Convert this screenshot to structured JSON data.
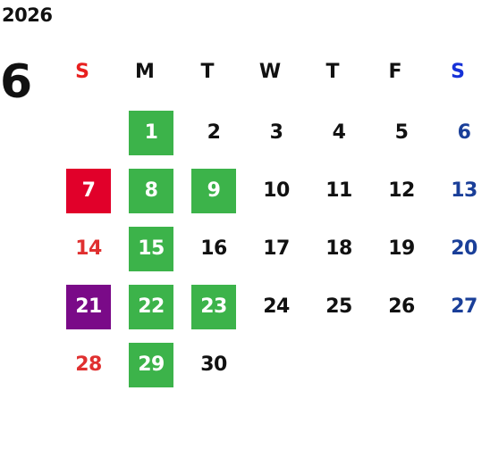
{
  "calendar": {
    "year": "2026",
    "month": "6",
    "weekdays": [
      {
        "label": "S",
        "color": "#e8201f"
      },
      {
        "label": "M",
        "color": "#111111"
      },
      {
        "label": "T",
        "color": "#111111"
      },
      {
        "label": "W",
        "color": "#111111"
      },
      {
        "label": "T",
        "color": "#111111"
      },
      {
        "label": "F",
        "color": "#111111"
      },
      {
        "label": "S",
        "color": "#1632d8"
      }
    ],
    "weeks": [
      [
        null,
        {
          "day": "1",
          "bg": "#3cb34a"
        },
        {
          "day": "2"
        },
        {
          "day": "3"
        },
        {
          "day": "4"
        },
        {
          "day": "5"
        },
        {
          "day": "6"
        }
      ],
      [
        {
          "day": "7",
          "bg": "#e1002a"
        },
        {
          "day": "8",
          "bg": "#3cb34a"
        },
        {
          "day": "9",
          "bg": "#3cb34a"
        },
        {
          "day": "10"
        },
        {
          "day": "11"
        },
        {
          "day": "12"
        },
        {
          "day": "13"
        }
      ],
      [
        {
          "day": "14"
        },
        {
          "day": "15",
          "bg": "#3cb34a"
        },
        {
          "day": "16"
        },
        {
          "day": "17"
        },
        {
          "day": "18"
        },
        {
          "day": "19"
        },
        {
          "day": "20"
        }
      ],
      [
        {
          "day": "21",
          "bg": "#7a0a88"
        },
        {
          "day": "22",
          "bg": "#3cb34a"
        },
        {
          "day": "23",
          "bg": "#3cb34a"
        },
        {
          "day": "24"
        },
        {
          "day": "25"
        },
        {
          "day": "26"
        },
        {
          "day": "27"
        }
      ],
      [
        {
          "day": "28"
        },
        {
          "day": "29",
          "bg": "#3cb34a"
        },
        {
          "day": "30"
        },
        null,
        null,
        null,
        null
      ]
    ],
    "colors": {
      "sunday_text": "#e03030",
      "saturday_text": "#1a3f99",
      "weekday_text": "#111111",
      "highlight_text": "#ffffff"
    }
  }
}
